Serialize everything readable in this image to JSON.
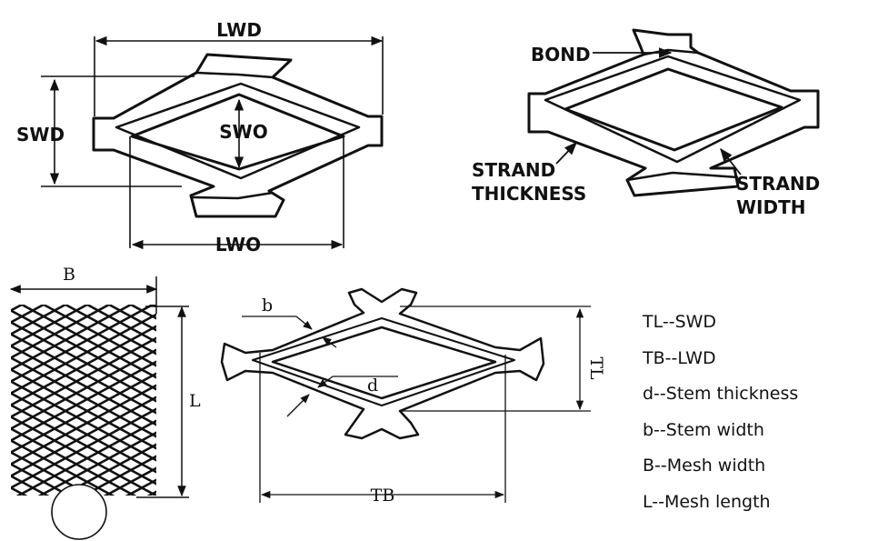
{
  "diagram1": {
    "lwd": "LWD",
    "swd": "SWD",
    "swo": "SWO",
    "lwo": "LWO"
  },
  "diagram2": {
    "bond": "BOND",
    "strand_thickness": [
      "STRAND",
      "THICKNESS"
    ],
    "strand_width": [
      "STRAND",
      "WIDTH"
    ]
  },
  "diagram3": {
    "b_label": "B",
    "l_label": "L"
  },
  "diagram4": {
    "b_label": "b",
    "d_label": "d",
    "tl_label": "TL",
    "tb_label": "TB"
  },
  "legend": [
    "TL--SWD",
    "TB--LWD",
    "d--Stem thickness",
    "b--Stem width",
    "B--Mesh width",
    "L--Mesh length"
  ]
}
